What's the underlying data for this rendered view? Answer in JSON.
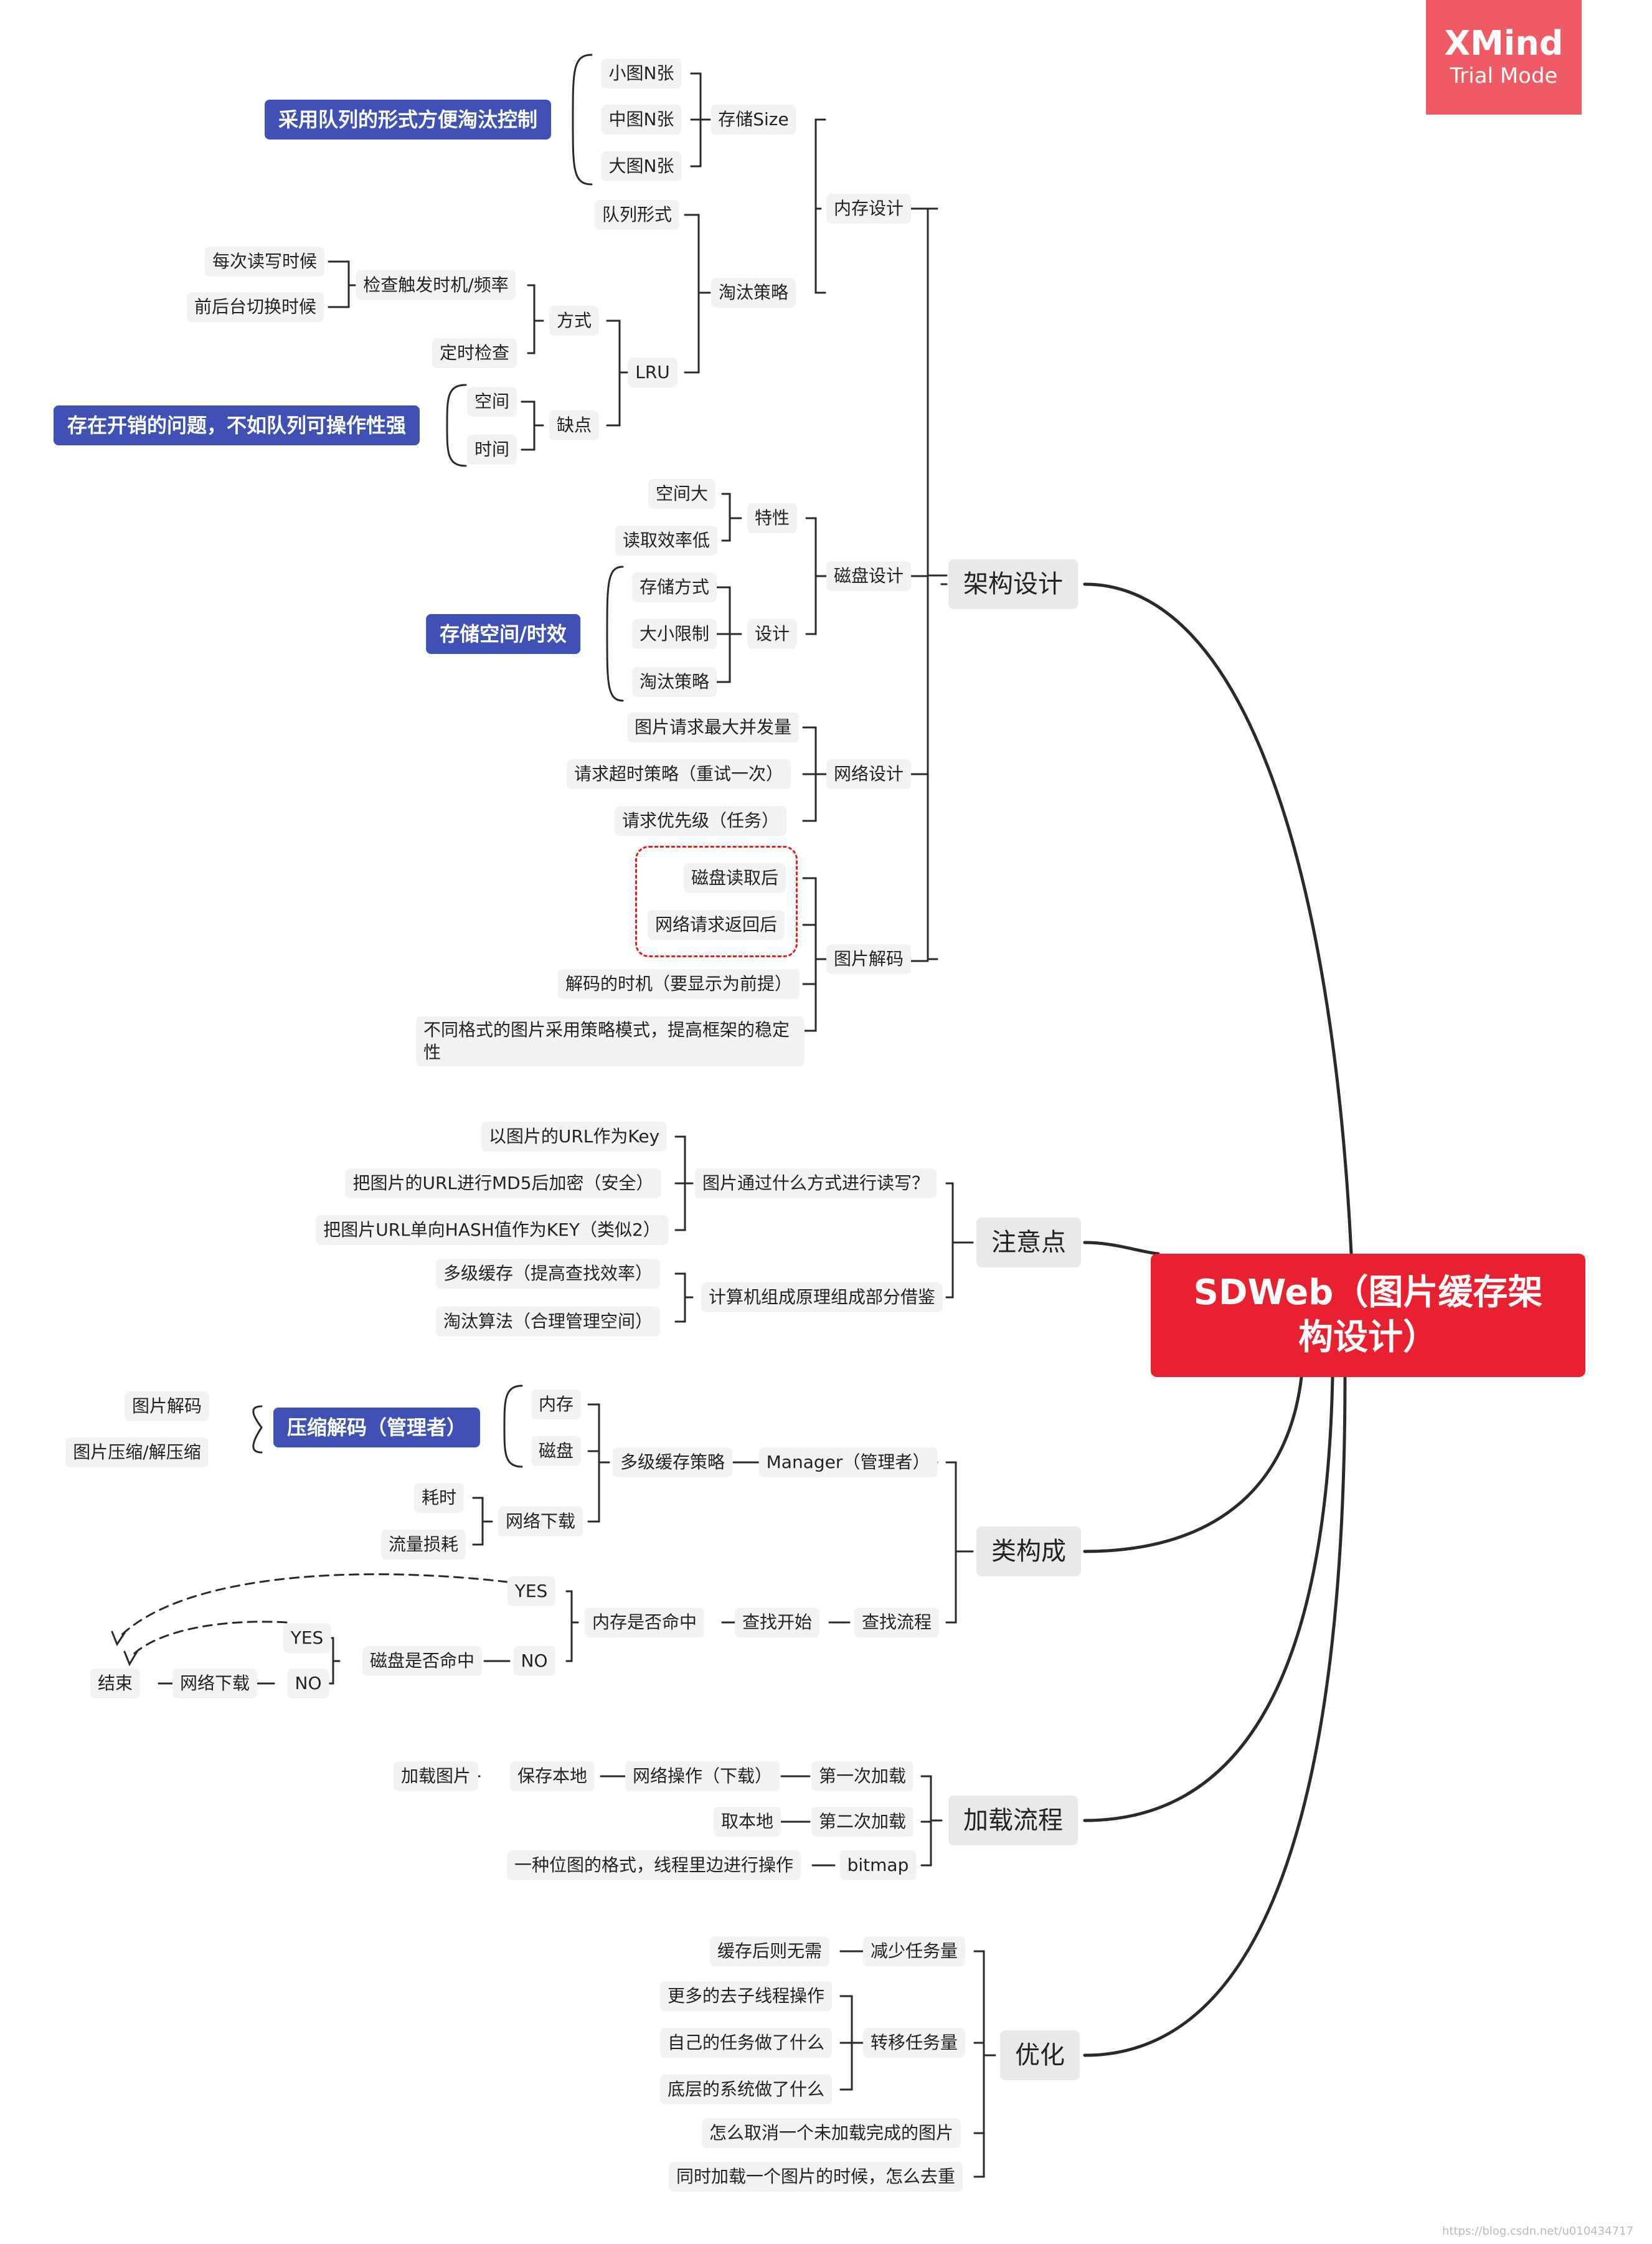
{
  "badge": {
    "name": "XMind",
    "mode": "Trial Mode"
  },
  "root": "SDWeb（图片缓存架构设计）",
  "nodes": {
    "jiagou": "架构设计",
    "neicun": "内存设计",
    "cunchu_size": "存储Size",
    "xiaotu": "小图N张",
    "zhongtu": "中图N张",
    "datu": "大图N张",
    "queue_note": "采用队列的形式方便淘汰控制",
    "taotai": "淘汰策略",
    "duilie": "队列形式",
    "lru": "LRU",
    "fangshi": "方式",
    "jiancha": "检查触发时机/频率",
    "meici": "每次读写时候",
    "qianhoutai": "前后台切换时候",
    "dingshi": "定时检查",
    "quedian": "缺点",
    "kongjian": "空间",
    "shijian": "时间",
    "kaixiao_note": "存在开销的问题，不如队列可操作性强",
    "cipan": "磁盘设计",
    "texing": "特性",
    "kongjianda": "空间大",
    "duqu": "读取效率低",
    "sheji": "设计",
    "cunchufangshi": "存储方式",
    "daxiao": "大小限制",
    "taotai2": "淘汰策略",
    "cipan_note": "存储空间/时效",
    "wangluo": "网络设计",
    "bingfa": "图片请求最大并发量",
    "chaoshi": "请求超时策略（重试一次）",
    "youxian": "请求优先级（任务）",
    "jiema": "图片解码",
    "cipanduqu": "磁盘读取后",
    "fanhui": "网络请求返回后",
    "shiji": "解码的时机（要显示为前提）",
    "butong": "不同格式的图片采用策略模式，提高框架的稳定性",
    "zhuyi": "注意点",
    "duxie": "图片通过什么方式进行读写？",
    "urlkey": "以图片的URL作为Key",
    "md5": "把图片的URL进行MD5后加密（安全）",
    "hash": "把图片URL单向HASH值作为KEY（类似2）",
    "jisuanji": "计算机组成原理组成部分借鉴",
    "duoji": "多级缓存（提高查找效率）",
    "suanfa": "淘汰算法（合理管理空间）",
    "lei": "类构成",
    "manager": "Manager（管理者）",
    "duojicelue": "多级缓存策略",
    "neicun2": "内存",
    "cipan2": "磁盘",
    "wangluoxiazai": "网络下载",
    "haoshi": "耗时",
    "liuliang": "流量损耗",
    "yasuo": "压缩解码（管理者）",
    "tupianjiema": "图片解码",
    "yasuojie": "图片压缩/解压缩",
    "chazhaoliucheng": "查找流程",
    "chazhaokaishi": "查找开始",
    "neicunmingzhong": "内存是否命中",
    "yes1": "YES",
    "no1": "NO",
    "cipanmingzhong": "磁盘是否命中",
    "yes2": "YES",
    "no2": "NO",
    "wangluoxiazai2": "网络下载",
    "jieshu": "结束",
    "jiazai": "加载流程",
    "diyici": "第一次加载",
    "wangluocaozuo": "网络操作（下载）",
    "baocun": "保存本地",
    "jiazaitupian": "加载图片",
    "dierci": "第二次加载",
    "qubendi": "取本地",
    "bitmap": "bitmap",
    "weitu": "一种位图的格式，线程里边进行操作",
    "youhua": "优化",
    "jianshao": "减少任务量",
    "huancun": "缓存后则无需",
    "zhuanyi": "转移任务量",
    "gengduo": "更多的去子线程操作",
    "ziji": "自己的任务做了什么",
    "diceng": "底层的系统做了什么",
    "quxiao": "怎么取消一个未加载完成的图片",
    "quchong": "同时加载一个图片的时候，怎么去重"
  },
  "watermark": "https://blog.csdn.net/u010434717"
}
